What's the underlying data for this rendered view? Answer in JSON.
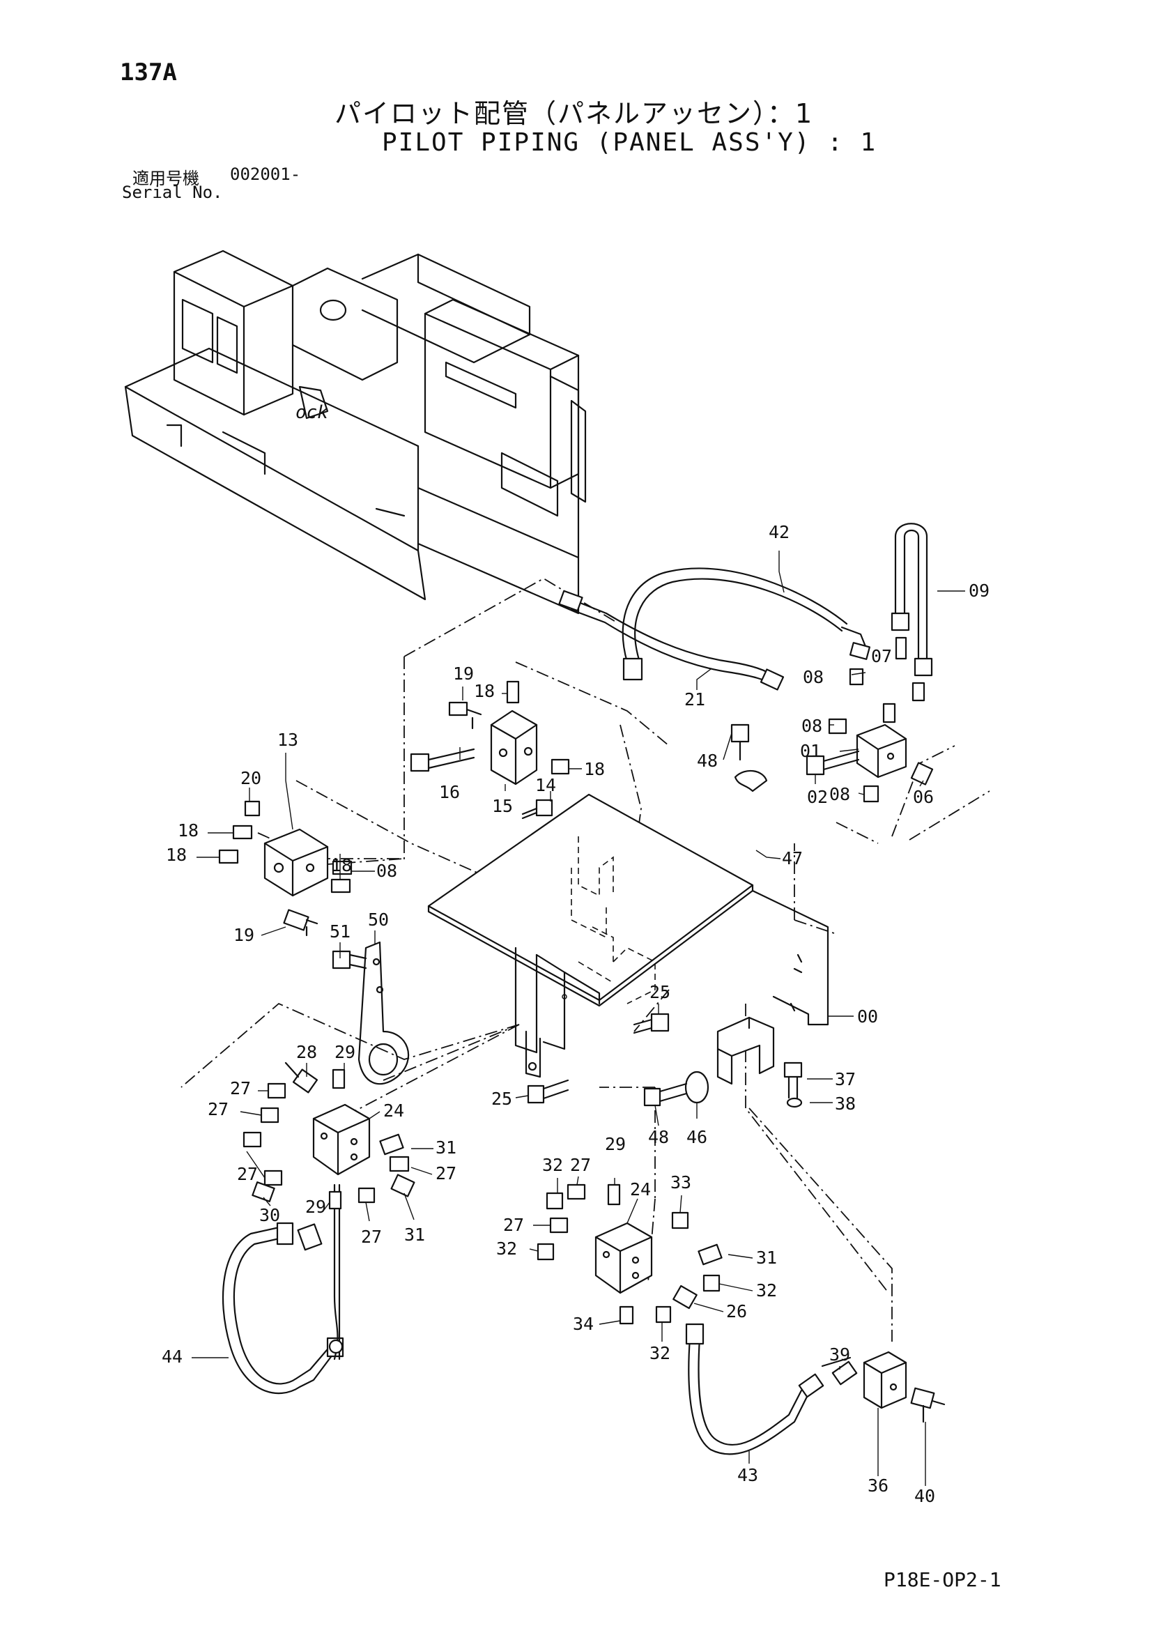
{
  "header": {
    "page_number": "137A",
    "title_jp": "パイロット配管（パネルアッセン）：1",
    "title_en": "PILOT PIPING (PANEL ASS'Y) : 1",
    "serial_label_jp": "適用号機",
    "serial_value": "002001-",
    "serial_label_en": "Serial No."
  },
  "footer": {
    "code": "P18E-OP2-1"
  },
  "parts": {
    "p00": "00",
    "p01": "01",
    "p02": "02",
    "p06": "06",
    "p07": "07",
    "p08a": "08",
    "p08b": "08",
    "p08c": "08",
    "p08d": "08",
    "p09": "09",
    "p13": "13",
    "p14": "14",
    "p15": "15",
    "p16": "16",
    "p18a": "18",
    "p18b": "18",
    "p18c": "18",
    "p18d": "18",
    "p18e": "18",
    "p19a": "19",
    "p19b": "19",
    "p20": "20",
    "p21": "21",
    "p24a": "24",
    "p24b": "24",
    "p25a": "25",
    "p25b": "25",
    "p26": "26",
    "p27a": "27",
    "p27b": "27",
    "p27c": "27",
    "p27d": "27",
    "p27e": "27",
    "p27f": "27",
    "p27g": "27",
    "p28": "28",
    "p29a": "29",
    "p29b": "29",
    "p29c": "29",
    "p30": "30",
    "p31a": "31",
    "p31b": "31",
    "p31c": "31",
    "p32a": "32",
    "p32b": "32",
    "p32c": "32",
    "p32d": "32",
    "p33": "33",
    "p34": "34",
    "p36": "36",
    "p37": "37",
    "p38": "38",
    "p39": "39",
    "p40": "40",
    "p42": "42",
    "p43": "43",
    "p44": "44",
    "p46": "46",
    "p47": "47",
    "p48a": "48",
    "p48b": "48",
    "p50": "50",
    "p51": "51"
  }
}
